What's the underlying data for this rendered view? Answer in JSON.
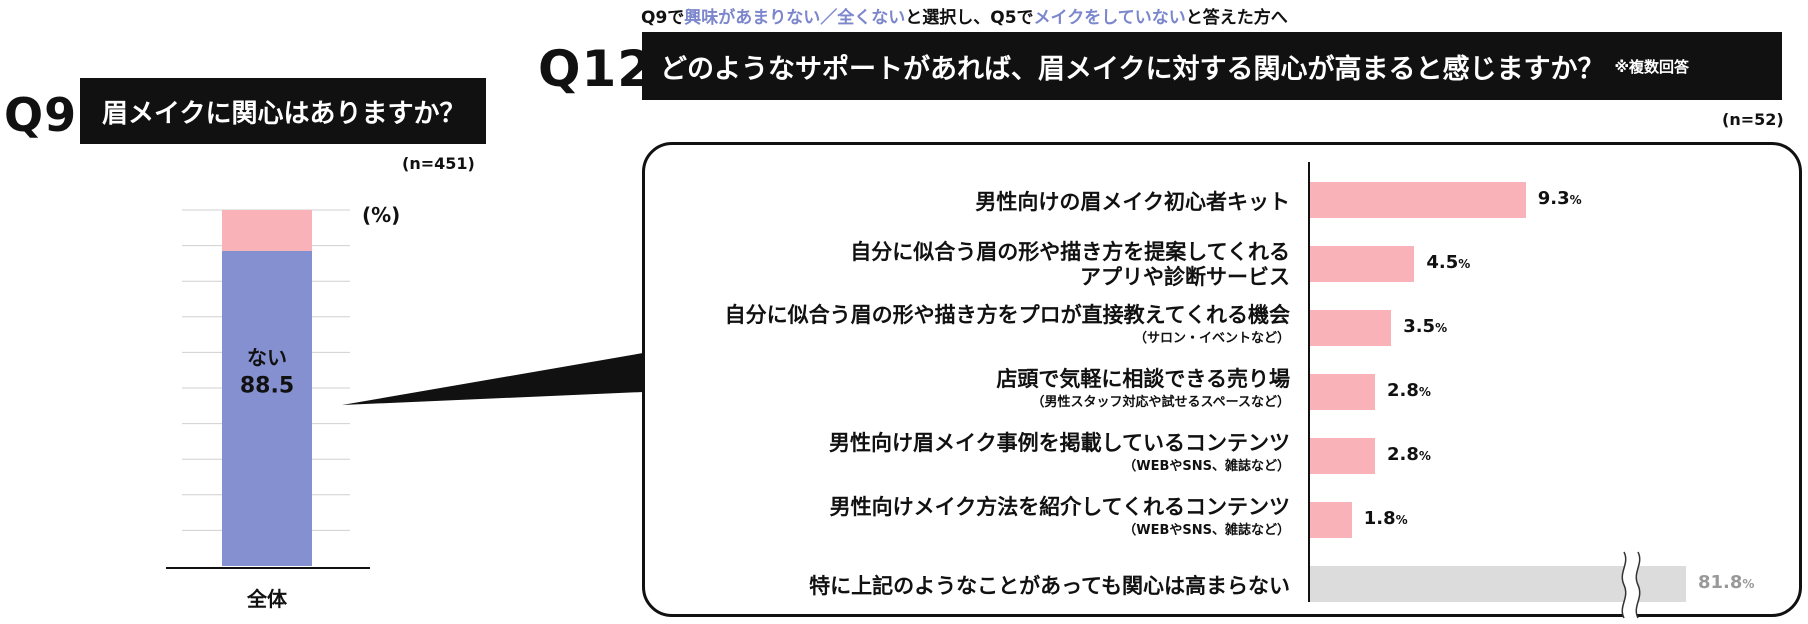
{
  "q9": {
    "qnum": "Q9",
    "title": "眉メイクに関心はありますか？",
    "n": "(n=451)",
    "unit": "(%)",
    "category": "全体",
    "no_label": "ない",
    "no_value": "88.5"
  },
  "q12": {
    "note_parts": [
      "Q9で",
      "興味があまりない／全くない",
      "と選択し、Q5で",
      "メイクをしていない",
      "と答えた方へ"
    ],
    "qnum": "Q12",
    "title": "どのようなサポートがあれば、眉メイクに対する関心が高まると感じますか？",
    "title_suffix": "※複数回答",
    "n": "(n=52)"
  },
  "colors": {
    "accent": "#7b86cc",
    "no_bar": "#8590d1",
    "yes_bar": "#f9b3b8",
    "pink_bar": "#f9b3b8",
    "gray_bar": "#dcdcdc"
  },
  "chart_data": [
    {
      "type": "bar",
      "orientation": "vertical",
      "stacked": true,
      "categories": [
        "全体"
      ],
      "series": [
        {
          "name": "ない",
          "values": [
            88.5
          ]
        },
        {
          "values": [
            11.5
          ]
        }
      ],
      "ylim": [
        0,
        100
      ],
      "ylabel": "(%)"
    },
    {
      "type": "bar",
      "orientation": "horizontal",
      "items": [
        {
          "label": "男性向けの眉メイク初心者キット",
          "sub": "",
          "value": 9.3,
          "display": "9.3"
        },
        {
          "label": "自分に似合う眉の形や描き方を提案してくれる",
          "label2": "アプリや診断サービス",
          "sub": "",
          "value": 4.5,
          "display": "4.5"
        },
        {
          "label": "自分に似合う眉の形や描き方をプロが直接教えてくれる機会",
          "sub": "（サロン・イベントなど）",
          "value": 3.5,
          "display": "3.5"
        },
        {
          "label": "店頭で気軽に相談できる売り場",
          "sub": "（男性スタッフ対応や試せるスペースなど）",
          "value": 2.8,
          "display": "2.8"
        },
        {
          "label": "男性向け眉メイク事例を掲載しているコンテンツ",
          "sub": "（WEBやSNS、雑誌など）",
          "value": 2.8,
          "display": "2.8"
        },
        {
          "label": "男性向けメイク方法を紹介してくれるコンテンツ",
          "sub": "（WEBやSNS、雑誌など）",
          "value": 1.8,
          "display": "1.8"
        },
        {
          "label": "特に上記のようなことがあっても関心は高まらない",
          "sub": "",
          "value": 81.8,
          "display": "81.8",
          "broken_axis": true
        }
      ],
      "unit": "%"
    }
  ]
}
